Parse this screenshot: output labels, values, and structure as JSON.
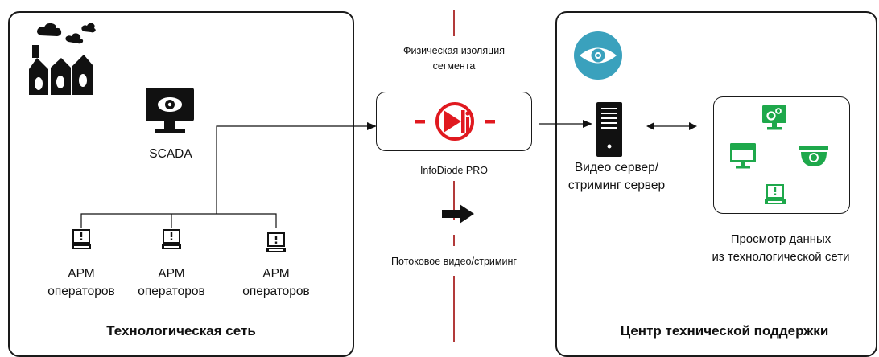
{
  "left_zone": {
    "title": "Технологическая сеть"
  },
  "right_zone": {
    "title": "Центр технической поддержки"
  },
  "scada": {
    "label": "SCADA"
  },
  "operators": [
    {
      "label_line1": "АРМ",
      "label_line2": "операторов"
    },
    {
      "label_line1": "АРМ",
      "label_line2": "операторов"
    },
    {
      "label_line1": "АРМ",
      "label_line2": "операторов"
    }
  ],
  "isolation": {
    "line1": "Физическая изоляция",
    "line2": "сегмента"
  },
  "diode": {
    "label": "InfoDiode PRO"
  },
  "stream": {
    "label": "Потоковое видео/стриминг"
  },
  "server": {
    "line1": "Видео сервер/",
    "line2": "стриминг сервер"
  },
  "viewer": {
    "line1": "Просмотр данных",
    "line2": "из технологической сети"
  },
  "colors": {
    "accent_red": "#e0191f",
    "divider": "#b23a3a",
    "eye_teal": "#3aa1bd",
    "green": "#1ea84b",
    "dark": "#111111"
  },
  "icons": [
    "factory-icon",
    "scada-monitor-icon",
    "laptop-icon",
    "eye-icon",
    "server-icon",
    "diode-icon",
    "arrow-right-icon",
    "gears-monitor-icon",
    "desktop-icon",
    "camera-icon"
  ]
}
